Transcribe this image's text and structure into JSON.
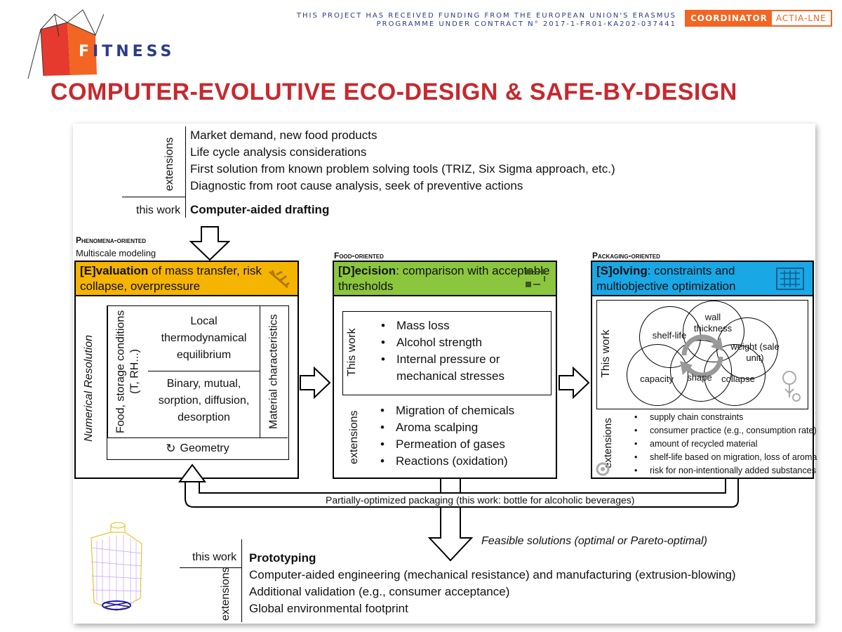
{
  "header": {
    "logo_text": "FITNESS",
    "funding_line1": "THIS PROJECT HAS RECEIVED FUNDING FROM THE EUROPEAN UNION'S ERASMUS",
    "funding_line2": "PROGRAMME UNDER CONTRACT N° 2017-1-FR01-KA202-037441",
    "coordinator_label": "COORDINATOR",
    "coordinator_name": "ACTIA-LNE",
    "title": "COMPUTER-EVOLUTIVE ECO-DESIGN & SAFE-BY-DESIGN"
  },
  "top_section": {
    "extensions_label": "extensions",
    "extensions": [
      "Market demand, new food products",
      "Life cycle analysis considerations",
      "First solution from known problem solving tools (TRIZ, Six Sigma approach, etc.)",
      "Diagnostic from root cause analysis, seek of preventive actions"
    ],
    "this_work_label": "this work",
    "this_work": "Computer-aided drafting"
  },
  "evaluation": {
    "category": "Phenomena-oriented",
    "subcategory": "Multiscale modeling",
    "header_bold": "[E]valuation",
    "header_rest": " of mass transfer, risk collapse, overpressure",
    "side_label": "Numerical Resolution",
    "food_label": "Food, storage conditions (T, RH...)",
    "local_eq": "Local thermodynamical equilibrium",
    "binary": "Binary, mutual, sorption, diffusion, desorption",
    "material": "Material characteristics",
    "geometry": "Geometry",
    "header_color": "#f5b400"
  },
  "decision": {
    "category": "Food-oriented",
    "header_bold": "[D]ecision",
    "header_rest": ": comparison with acceptable thresholds",
    "this_work_label": "This work",
    "this_work_items": [
      "Mass loss",
      "Alcohol strength",
      "Internal pressure or mechanical stresses"
    ],
    "extensions_label": "extensions",
    "extension_items": [
      "Migration of chemicals",
      "Aroma scalping",
      "Permeation of gases",
      "Reactions (oxidation)"
    ],
    "header_color": "#8cc63f"
  },
  "solving": {
    "category": "Packaging-oriented",
    "header_bold": "[S]olving",
    "header_rest": ": constraints and multiobjective optimization",
    "this_work_label": "This work",
    "circles": [
      "shelf-life",
      "wall thickness",
      "weight (sale unit)",
      "capacity",
      "shape",
      "collapse"
    ],
    "extensions_label": "extensions",
    "extension_items": [
      "supply chain constraints",
      "consumer practice (e.g., consumption rate)",
      "amount of recycled material",
      "shelf-life based on migration, loss of aroma",
      "risk for non-intentionally added substances"
    ],
    "header_color": "#1aa7e6"
  },
  "loop_label": "Partially-optimized packaging (this work: bottle for alcoholic beverages)",
  "feasible_label": "Feasible solutions (optimal or Pareto-optimal)",
  "bottom_section": {
    "this_work_label": "this work",
    "this_work": "Prototyping",
    "extensions_label": "extensions",
    "extensions": [
      "Computer-aided engineering (mechanical resistance) and manufacturing (extrusion-blowing)",
      "Additional validation (e.g., consumer acceptance)",
      "Global environmental footprint"
    ]
  }
}
